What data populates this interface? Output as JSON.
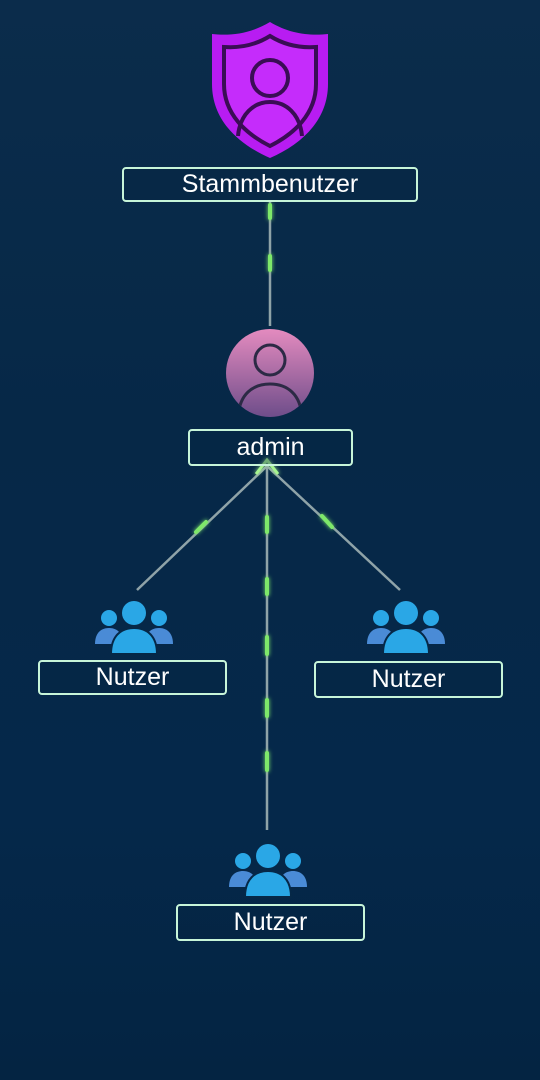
{
  "colors": {
    "label_border": "#c7f5d9",
    "link_line": "#8fa3a8",
    "link_glow": "#7ee86a",
    "shield": "#b81cf2",
    "avatar_top": "#e48bbf",
    "avatar_bottom": "#6e4d8a",
    "users_icon": "#2aa7e6"
  },
  "nodes": {
    "root": {
      "label": "Stammbenutzer",
      "icon": "shield-user-icon"
    },
    "admin": {
      "label": "admin",
      "icon": "user-avatar-icon"
    },
    "users": [
      {
        "label": "Nutzer",
        "icon": "users-group-icon"
      },
      {
        "label": "Nutzer",
        "icon": "users-group-icon"
      },
      {
        "label": "Nutzer",
        "icon": "users-group-icon"
      }
    ]
  }
}
